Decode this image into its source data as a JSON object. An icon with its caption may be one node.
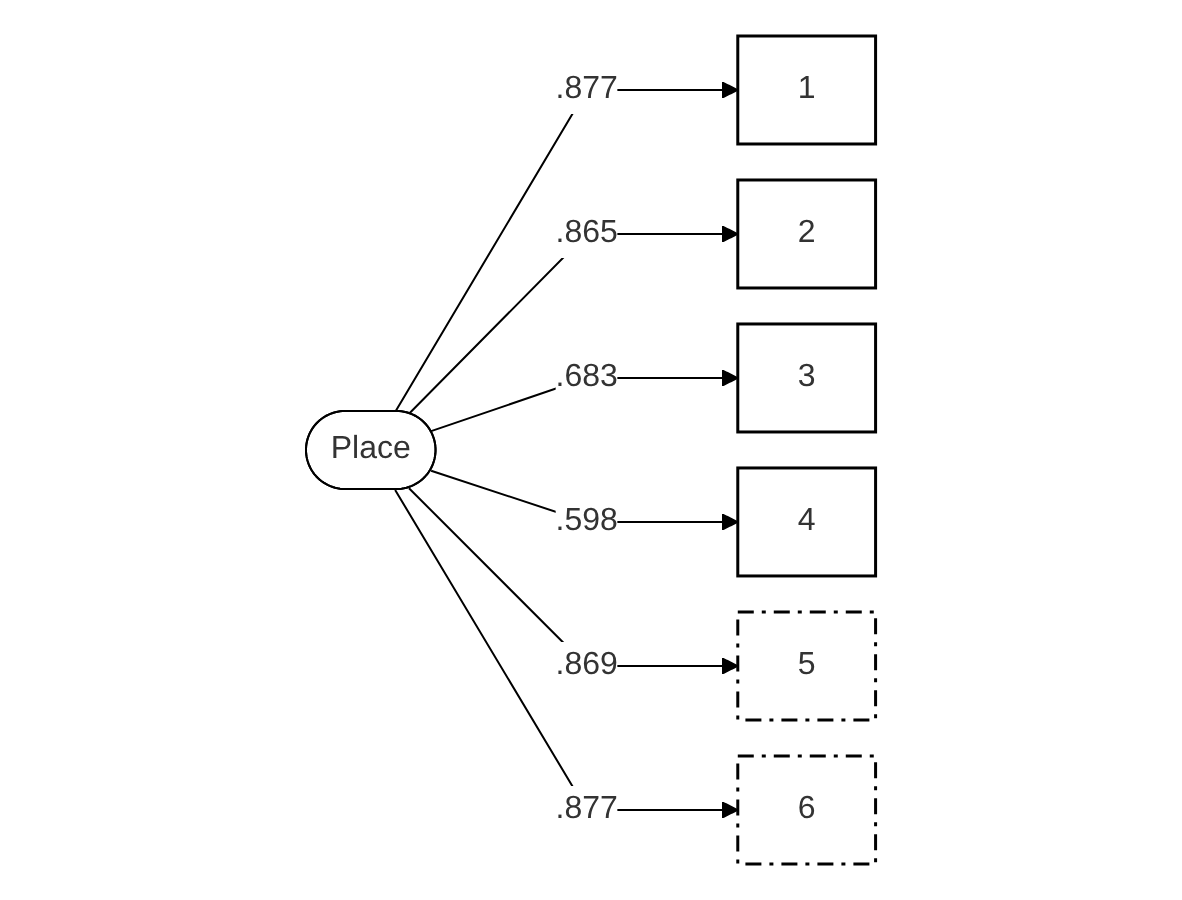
{
  "diagram": {
    "nodes": [
      {
        "text": [
          "Place"
        ]
      },
      {
        "text": [
          "1"
        ]
      },
      {
        "text": [
          "2"
        ]
      },
      {
        "text": [
          "3"
        ]
      },
      {
        "text": [
          "4"
        ]
      },
      {
        "text": [
          "5"
        ]
      },
      {
        "text": [
          "6"
        ]
      }
    ],
    "edges": [
      {
        "from": 0,
        "to": 1,
        "arrow": "to",
        "label": ".877"
      },
      {
        "from": 0,
        "to": 2,
        "arrow": "to",
        "label": ".865"
      },
      {
        "from": 0,
        "to": 3,
        "arrow": "to",
        "label": ".683"
      },
      {
        "from": 0,
        "to": 4,
        "arrow": "to",
        "label": ".598"
      },
      {
        "from": 0,
        "to": 5,
        "arrow": "to",
        "label": ".869"
      },
      {
        "from": 0,
        "to": 6,
        "arrow": "to",
        "label": ".877"
      }
    ]
  }
}
